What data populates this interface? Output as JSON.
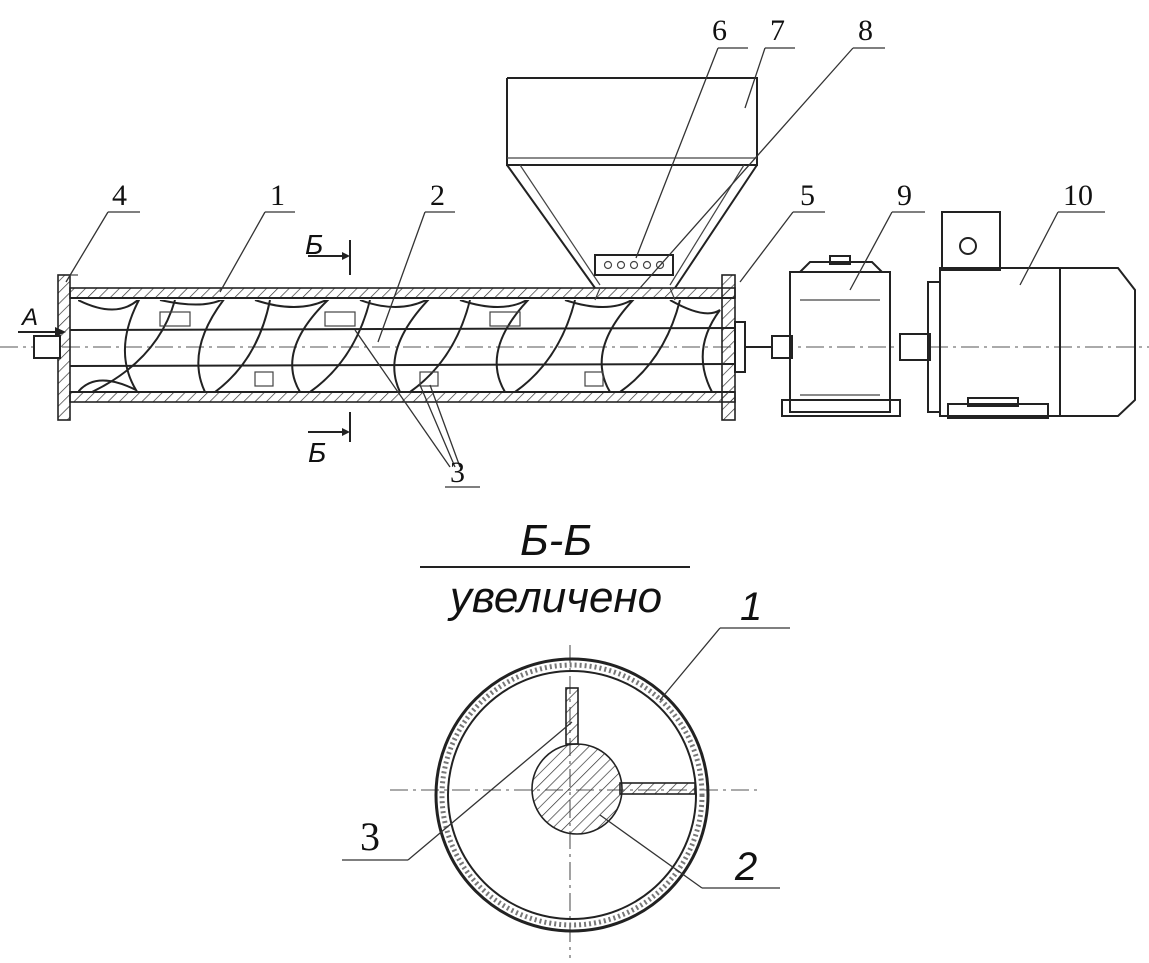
{
  "labels": {
    "l1": "1",
    "l2": "2",
    "l3": "3",
    "l4": "4",
    "l5": "5",
    "l6": "6",
    "l7": "7",
    "l8": "8",
    "l9": "9",
    "l10": "10",
    "arrowA": "А",
    "sectTop": "Б",
    "sectBottom": "Б",
    "sectionTitle": "Б-Б",
    "sectionSubtitle": "увеличено",
    "detail1": "1",
    "detail2": "2",
    "detail3": "3"
  }
}
